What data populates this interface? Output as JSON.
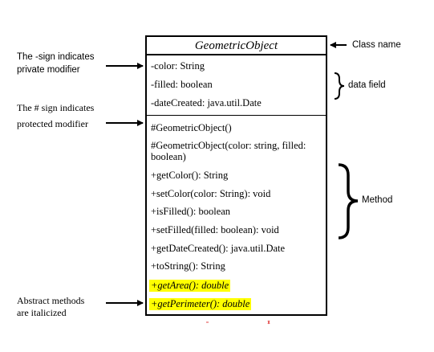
{
  "class": {
    "name": "GeometricObject",
    "fields": [
      "-color: String",
      "-filled: boolean",
      "-dateCreated: java.util.Date"
    ],
    "methods": [
      "#GeometricObject()",
      "#GeometricObject(color: string, filled: boolean)",
      "+getColor(): String",
      "+setColor(color: String): void",
      "+isFilled(): boolean",
      "+setFilled(filled: boolean): void",
      "+getDateCreated(): java.util.Date",
      "+toString(): String"
    ],
    "abstract_methods": [
      "+getArea(): double",
      "+getPerimeter(): double"
    ]
  },
  "annotations": {
    "private_note": [
      "The -sign indicates",
      "private modifier"
    ],
    "protected_note": [
      "The # sign indicates",
      "protected modifier"
    ],
    "abstract_note": [
      "Abstract methods",
      "are italicized"
    ],
    "class_name_label": "Class name",
    "data_field_label": "data field",
    "method_label": "Method"
  },
  "colors": {
    "highlight": "#ffff00",
    "line": "#000000"
  }
}
